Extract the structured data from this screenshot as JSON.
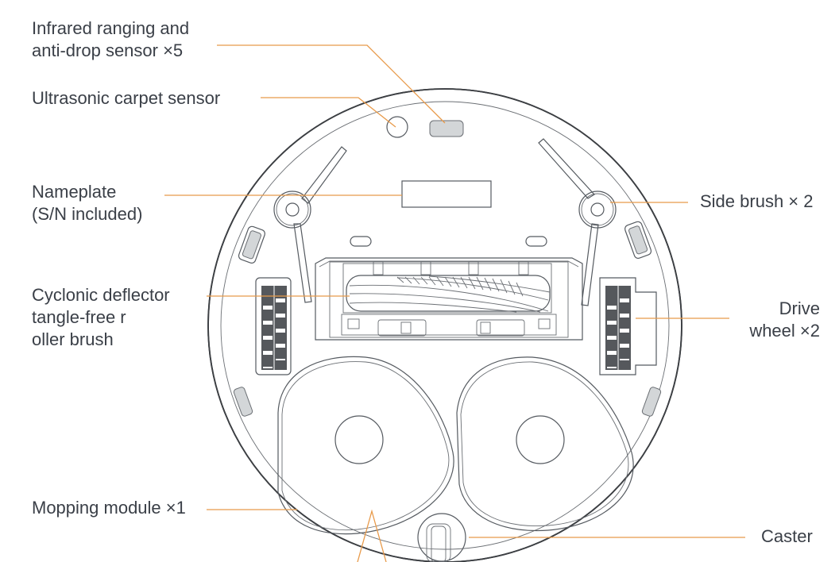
{
  "diagram": {
    "subject": "Robot vacuum underside",
    "colors": {
      "leader_line": "#e89a4a",
      "label_text": "#3a3f47",
      "outline": "#3c3f43",
      "sensor_fill": "#d3d6d8",
      "wheel_fill": "#55585c"
    },
    "labels": {
      "infrared": {
        "line1": "Infrared ranging and",
        "line2": "anti-drop sensor ×5"
      },
      "ultrasonic": {
        "line1": "Ultrasonic carpet sensor"
      },
      "nameplate": {
        "line1": "Nameplate",
        "line2": "(S/N included)"
      },
      "roller_brush": {
        "line1": "Cyclonic deflector",
        "line2": "tangle-free r",
        "line3": "oller brush"
      },
      "mopping": {
        "line1": "Mopping module ×1"
      },
      "side_brush": {
        "line1": "Side brush × 2"
      },
      "drive_wheel": {
        "line1": "Drive",
        "line2": "wheel ×2"
      },
      "caster": {
        "line1": "Caster"
      }
    }
  }
}
